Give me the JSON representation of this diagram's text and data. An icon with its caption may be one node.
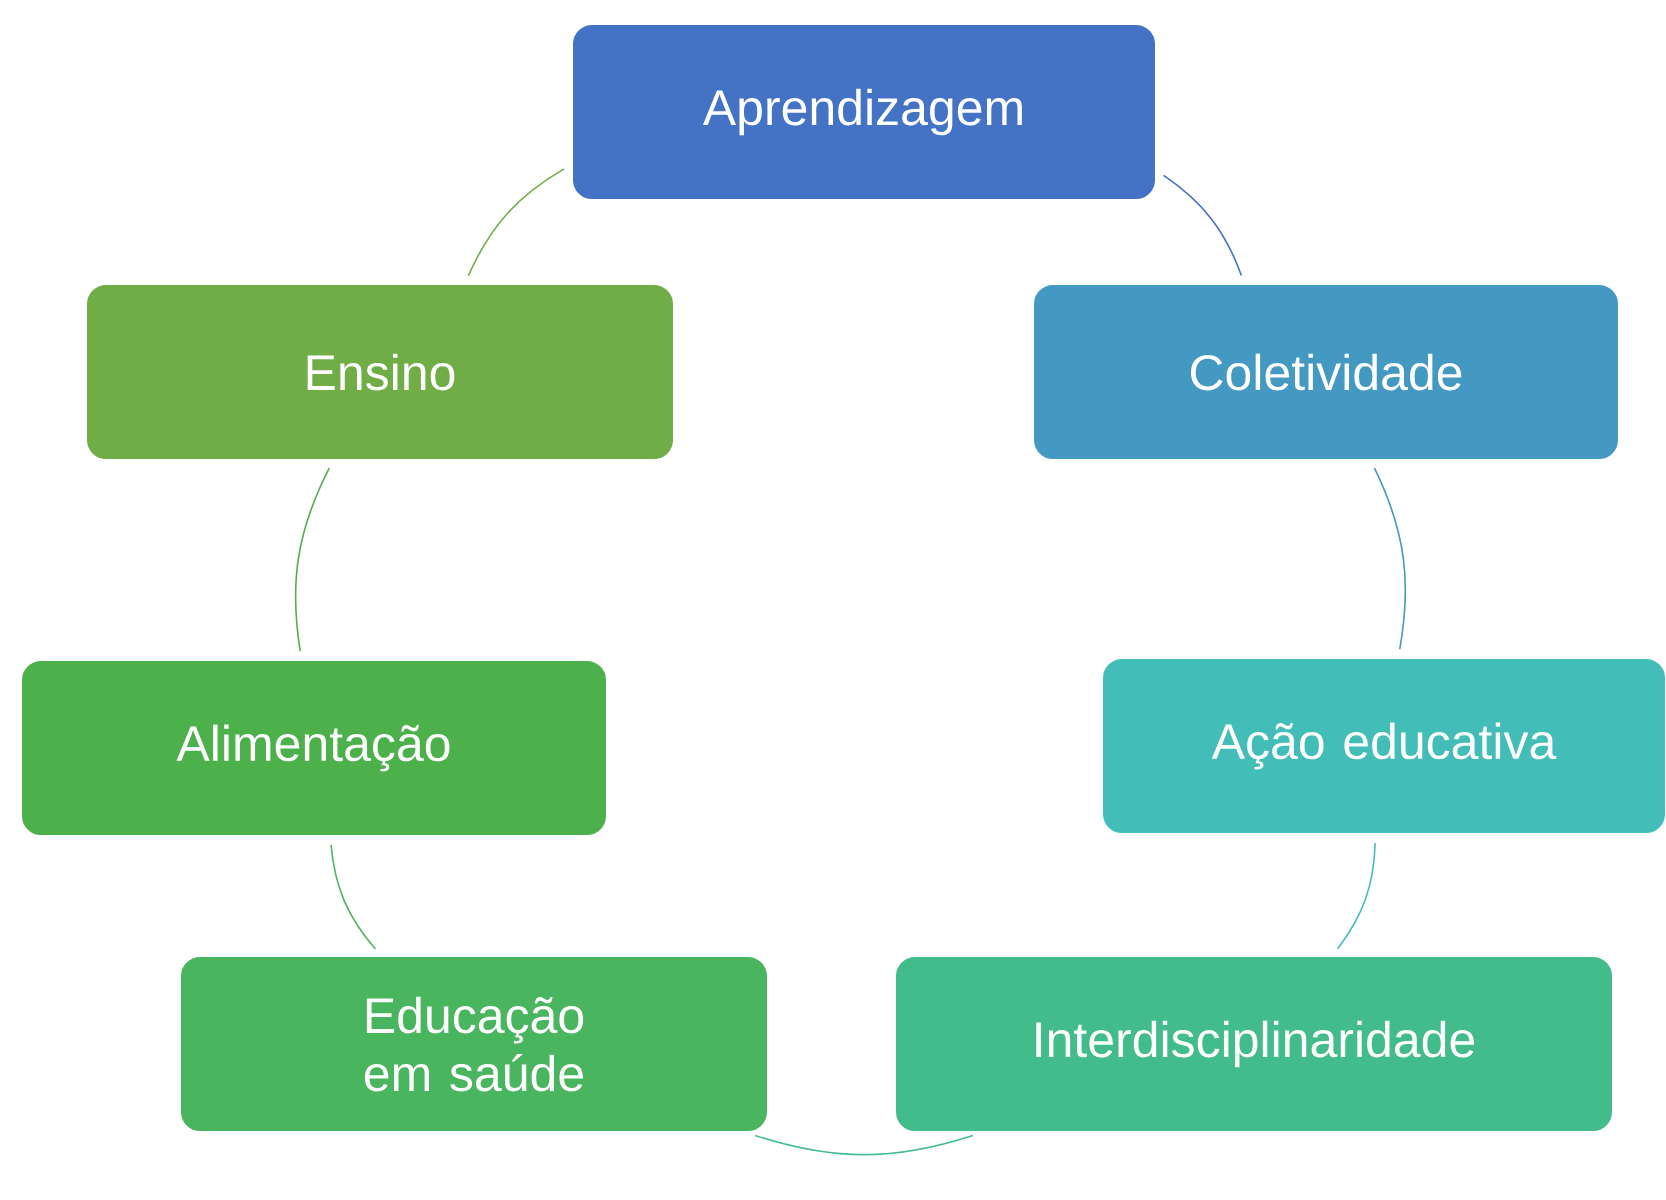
{
  "diagram": {
    "nodes": [
      {
        "text": [
          "Aprendizagem"
        ]
      },
      {
        "text": [
          "Coletividade"
        ]
      },
      {
        "text": [
          "Ação educativa"
        ]
      },
      {
        "text": [
          "Interdisciplinaridade"
        ]
      },
      {
        "text": [
          "Educação em saúde"
        ]
      },
      {
        "text": [
          "Alimentação"
        ]
      },
      {
        "text": [
          "Ensino"
        ]
      }
    ],
    "edges": [
      {
        "from": 0,
        "to": 1,
        "arrow": "none",
        "color": "#4472c4"
      },
      {
        "from": 1,
        "to": 2,
        "arrow": "none",
        "color": "#4399c1"
      },
      {
        "from": 2,
        "to": 3,
        "arrow": "none",
        "color": "#43bdb7"
      },
      {
        "from": 3,
        "to": 4,
        "arrow": "none",
        "color": "#43bc8c"
      },
      {
        "from": 4,
        "to": 5,
        "arrow": "none",
        "color": "#4cb35e"
      },
      {
        "from": 5,
        "to": 6,
        "arrow": "none",
        "color": "#52af4a"
      },
      {
        "from": 6,
        "to": 0,
        "arrow": "none",
        "color": "#70ad47"
      }
    ]
  }
}
